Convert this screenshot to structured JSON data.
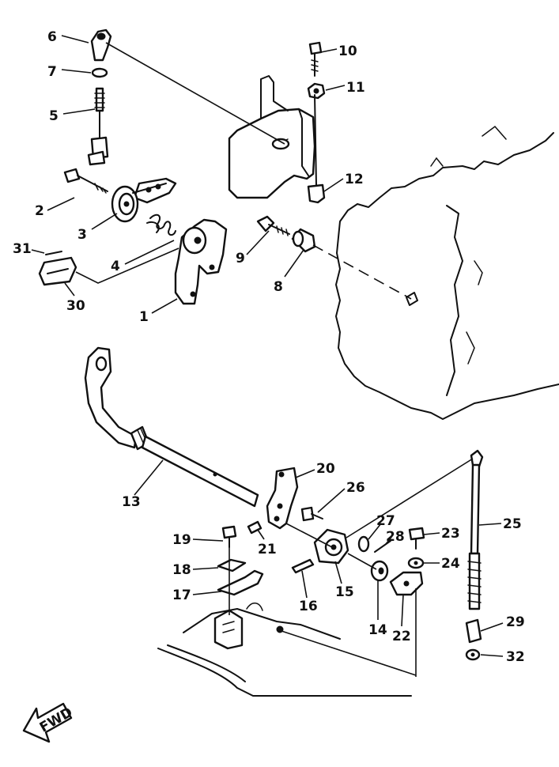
{
  "labels": {
    "p1": "1",
    "p2": "2",
    "p3": "3",
    "p4": "4",
    "p5": "5",
    "p6": "6",
    "p7": "7",
    "p8": "8",
    "p9": "9",
    "p10": "10",
    "p11": "11",
    "p12": "12",
    "p13": "13",
    "p14": "14",
    "p15": "15",
    "p16": "16",
    "p17": "17",
    "p18": "18",
    "p19": "19",
    "p20": "20",
    "p21": "21",
    "p22": "22",
    "p23": "23",
    "p24": "24",
    "p25": "25",
    "p26": "26",
    "p27": "27",
    "p28": "28",
    "p29": "29",
    "p30": "30",
    "p31": "31",
    "p32": "32"
  },
  "fwd_arrow": {
    "text": "FWD"
  },
  "colors": {
    "ink": "#111111",
    "paper": "#ffffff"
  }
}
